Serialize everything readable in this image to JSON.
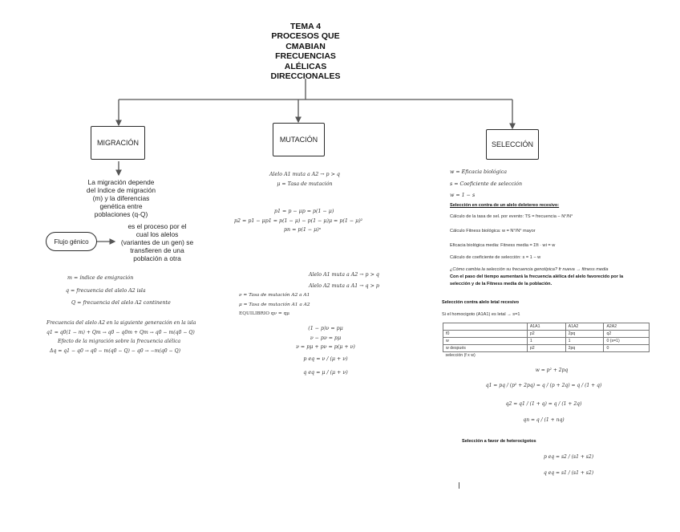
{
  "title": [
    "TEMA 4",
    "PROCESOS QUE",
    "CMABIAN",
    "FRECUENCIAS",
    "ALÉLICAS",
    "DIRECCIONALES"
  ],
  "nodes": {
    "migracion": "MIGRACIÓN",
    "mutacion": "MUTACIÓN",
    "seleccion": "SELECCIÓN"
  },
  "migration": {
    "description": [
      "La migración depende",
      "del índice de migración",
      "(m) y la diferencias",
      "genética entre",
      "poblaciones (q-Q)"
    ],
    "flujo_label": "Flujo génico",
    "flujo_text": [
      "es el proceso por el",
      "cual los alelos",
      "(variantes de un gen) se",
      "transfieren de una",
      "población a otra"
    ],
    "defs": [
      "m = índice de emigración",
      "q = frecuencia del alelo A2 isla",
      "Q = frecuencia del alelo A2 continente"
    ],
    "formulas": [
      "Frecuencia del alelo A2 en la siguiente generación en la isla",
      "q1 = q0(1 − m) + Qm → q0 − q0m + Qm → q0 − m(q0 − Q)",
      "Efecto de la migración sobre la frecuencia alélica",
      "Δq = q1 − q0 → q0 − m(q0 − Q) − q0 → −m(q0 − Q)"
    ]
  },
  "mutation": {
    "block1": [
      "Alelo A1 muta a A2 → p > q",
      "μ = Tasa de mutación"
    ],
    "block2": [
      "p1 = p − μp = p(1 − μ)",
      "p2 = p1 − μp1 = p(1 − μ) − p(1 − μ)μ = p(1 − μ)²",
      "pn = p(1 − μ)ⁿ"
    ],
    "block3": [
      "Alelo A1 muta a A2 → p > q",
      "Alelo A2 muta a A1 → q > p"
    ],
    "block4": [
      "ν = Tasa de mutación A2 a A1",
      "μ = Tasa de mutación A1 a A2",
      "EQUILIBRIO qν = qμ"
    ],
    "block5": [
      "(1 − p)ν = pμ",
      "ν − pν = pμ",
      "ν = pμ + pν = p(μ + ν)",
      "p eq = ν / (μ + ν)",
      "q eq = μ / (μ + ν)"
    ]
  },
  "selection": {
    "defs": [
      "w = Eficacia biológica",
      "s = Coeficiente de selección",
      "w = 1 − s"
    ],
    "recessive_title": "Selección en contra de un alelo deletereo recesivo:",
    "recessive_items": [
      "Cálculo de la tasa de sel. por evento: TS = frecuencia − N°/N°",
      "Cálculo Fitness biológica: w = N°/N° mayor",
      "Eficacia biológica media: Fitness media = Σfi · wi = w",
      "Cálculo de coeficiente de selección: s = 1 − w",
      "¿Cómo cambia la selección su frecuencia genotípica? fr nueva → fitness media"
    ],
    "recessive_bold": [
      "Con el paso del tiempo aumentará la frecuencia alélica del alelo favorecido por la",
      "selección y de la Fitness media de la población."
    ],
    "lethal_title": "Selección contra alelo letal recesivo",
    "lethal_note": "Si el homocigoto (A1A1) es letal → s=1",
    "table": {
      "headers": [
        "",
        "A1A1",
        "A1A2",
        "A2A2"
      ],
      "rows": [
        [
          "f0",
          "p2",
          "2pq",
          "q2"
        ],
        [
          "w",
          "1",
          "1",
          "0 (s=1)"
        ],
        [
          "w después",
          "p2",
          "2pq",
          "0"
        ],
        [
          "selección (f x w)",
          "",
          "",
          ""
        ]
      ]
    },
    "lethal_formulas": [
      "w = p² + 2pq",
      "q1 = pq / (p² + 2pq) = q / (p + 2q) = q / (1 + q)",
      "q2 = q1 / (1 + q) = q / (1 + 2q)",
      "qn = q / (1 + nq)"
    ],
    "hetero_title": "Selección a favor de heterocigotos",
    "hetero_formulas": [
      "p eq = s2 / (s1 + s2)",
      "q eq = s1 / (s1 + s2)"
    ]
  }
}
